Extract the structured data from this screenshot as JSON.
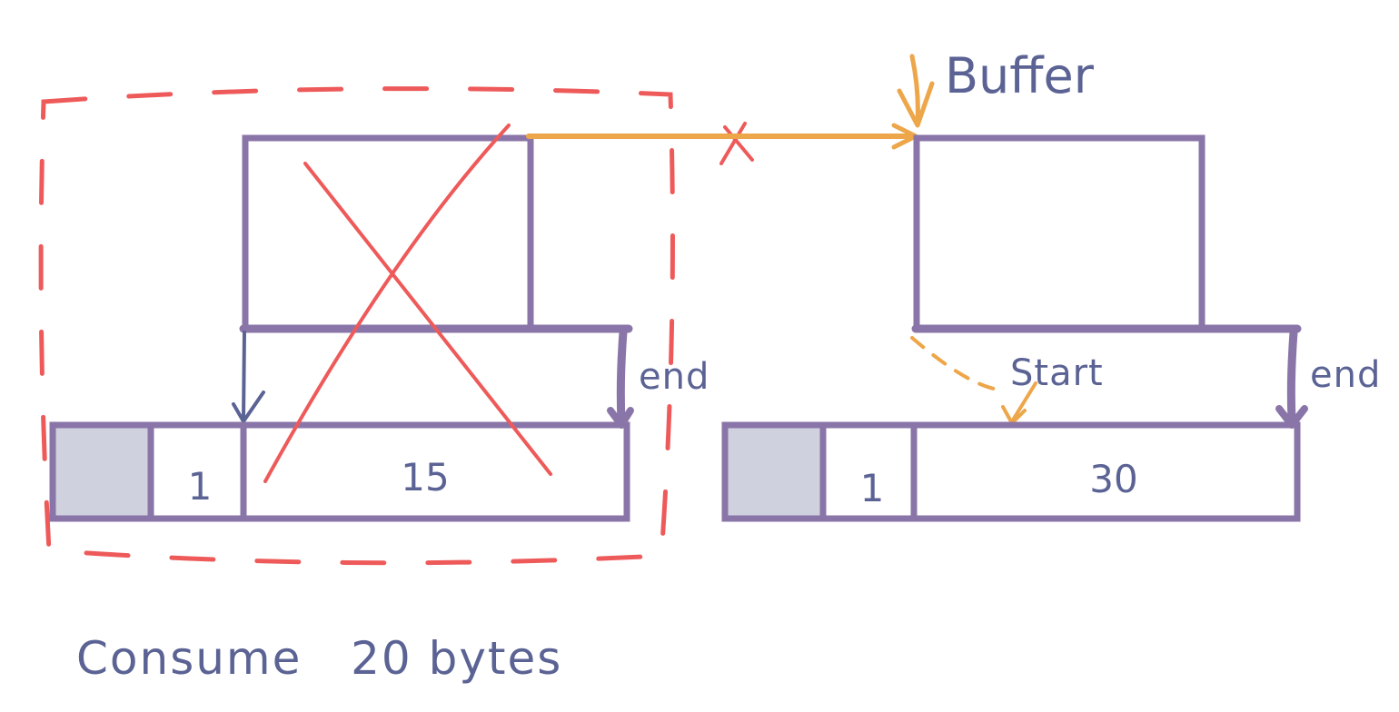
{
  "labels": {
    "buffer": "Buffer",
    "end_left": "end",
    "end_right": "end",
    "start": "Start",
    "caption": "Consume   20 bytes"
  },
  "left_block": {
    "cell_small": "1",
    "cell_large": "15",
    "status": "consumed"
  },
  "right_block": {
    "cell_small": "1",
    "cell_large": "30"
  },
  "colors": {
    "structure": "#8a75a8",
    "text": "#5b6394",
    "pointer": "#eda64a",
    "removal": "#ee5a5a",
    "shaded_cell": "#cfd1de"
  }
}
